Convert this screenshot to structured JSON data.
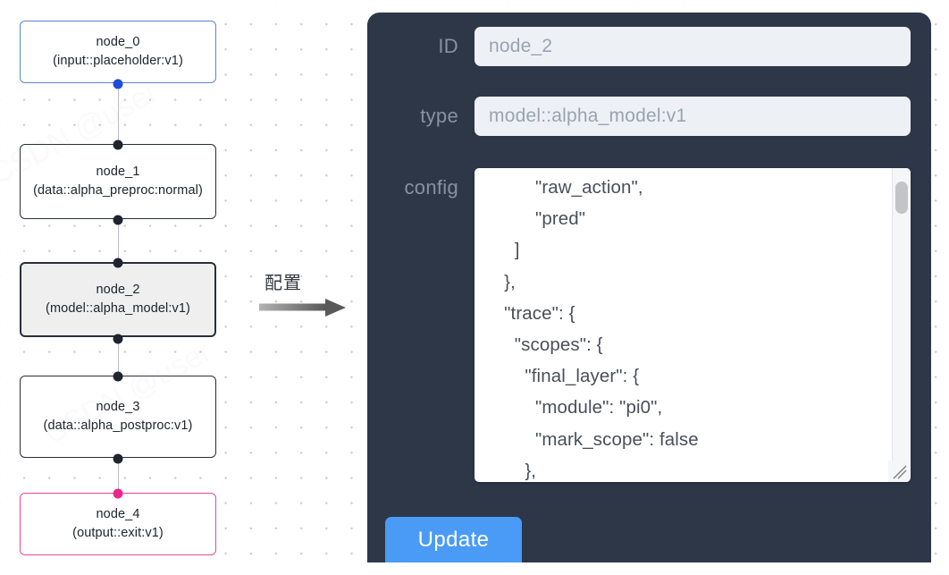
{
  "graph": {
    "nodes": [
      {
        "id": "node_0",
        "title": "node_0",
        "subtitle": "(input::placeholder:v1)",
        "state": "input"
      },
      {
        "id": "node_1",
        "title": "node_1",
        "subtitle": "(data::alpha_preproc:normal)",
        "state": "default"
      },
      {
        "id": "node_2",
        "title": "node_2",
        "subtitle": "(model::alpha_model:v1)",
        "state": "selected"
      },
      {
        "id": "node_3",
        "title": "node_3",
        "subtitle": "(data::alpha_postproc:v1)",
        "state": "default"
      },
      {
        "id": "node_4",
        "title": "node_4",
        "subtitle": "(output::exit:v1)",
        "state": "output"
      }
    ],
    "colors": {
      "input_border": "#5b86d6",
      "default_border": "#2b2f3a",
      "selected_fill": "#efefef",
      "output_border": "#e5499a",
      "handle_dark": "#20242e",
      "handle_blue": "#1d4ed8",
      "handle_pink": "#ec268f",
      "edge": "#b9bcc2"
    }
  },
  "flow": {
    "label": "配置",
    "arrow_icon": "arrow-right-icon"
  },
  "panel": {
    "background": "#2d3748",
    "fields": [
      {
        "key": "id",
        "label": "ID",
        "value": "node_2"
      },
      {
        "key": "type",
        "label": "type",
        "value": "model::alpha_model:v1"
      },
      {
        "key": "config",
        "label": "config",
        "value": "          \"raw_action\",\n          \"pred\"\n      ]\n    },\n    \"trace\": {\n      \"scopes\": {\n        \"final_layer\": {\n          \"module\": \"pi0\",\n          \"mark_scope\": false\n        },\n        \"action_model\": {"
      }
    ],
    "update_button": {
      "label": "Update",
      "color": "#4a9bf5"
    },
    "scrollbar": {
      "thumb_color": "#c2c4c7",
      "track_color": "#f5f6f7"
    },
    "resize_handle_icon": "resize-grip-icon"
  }
}
